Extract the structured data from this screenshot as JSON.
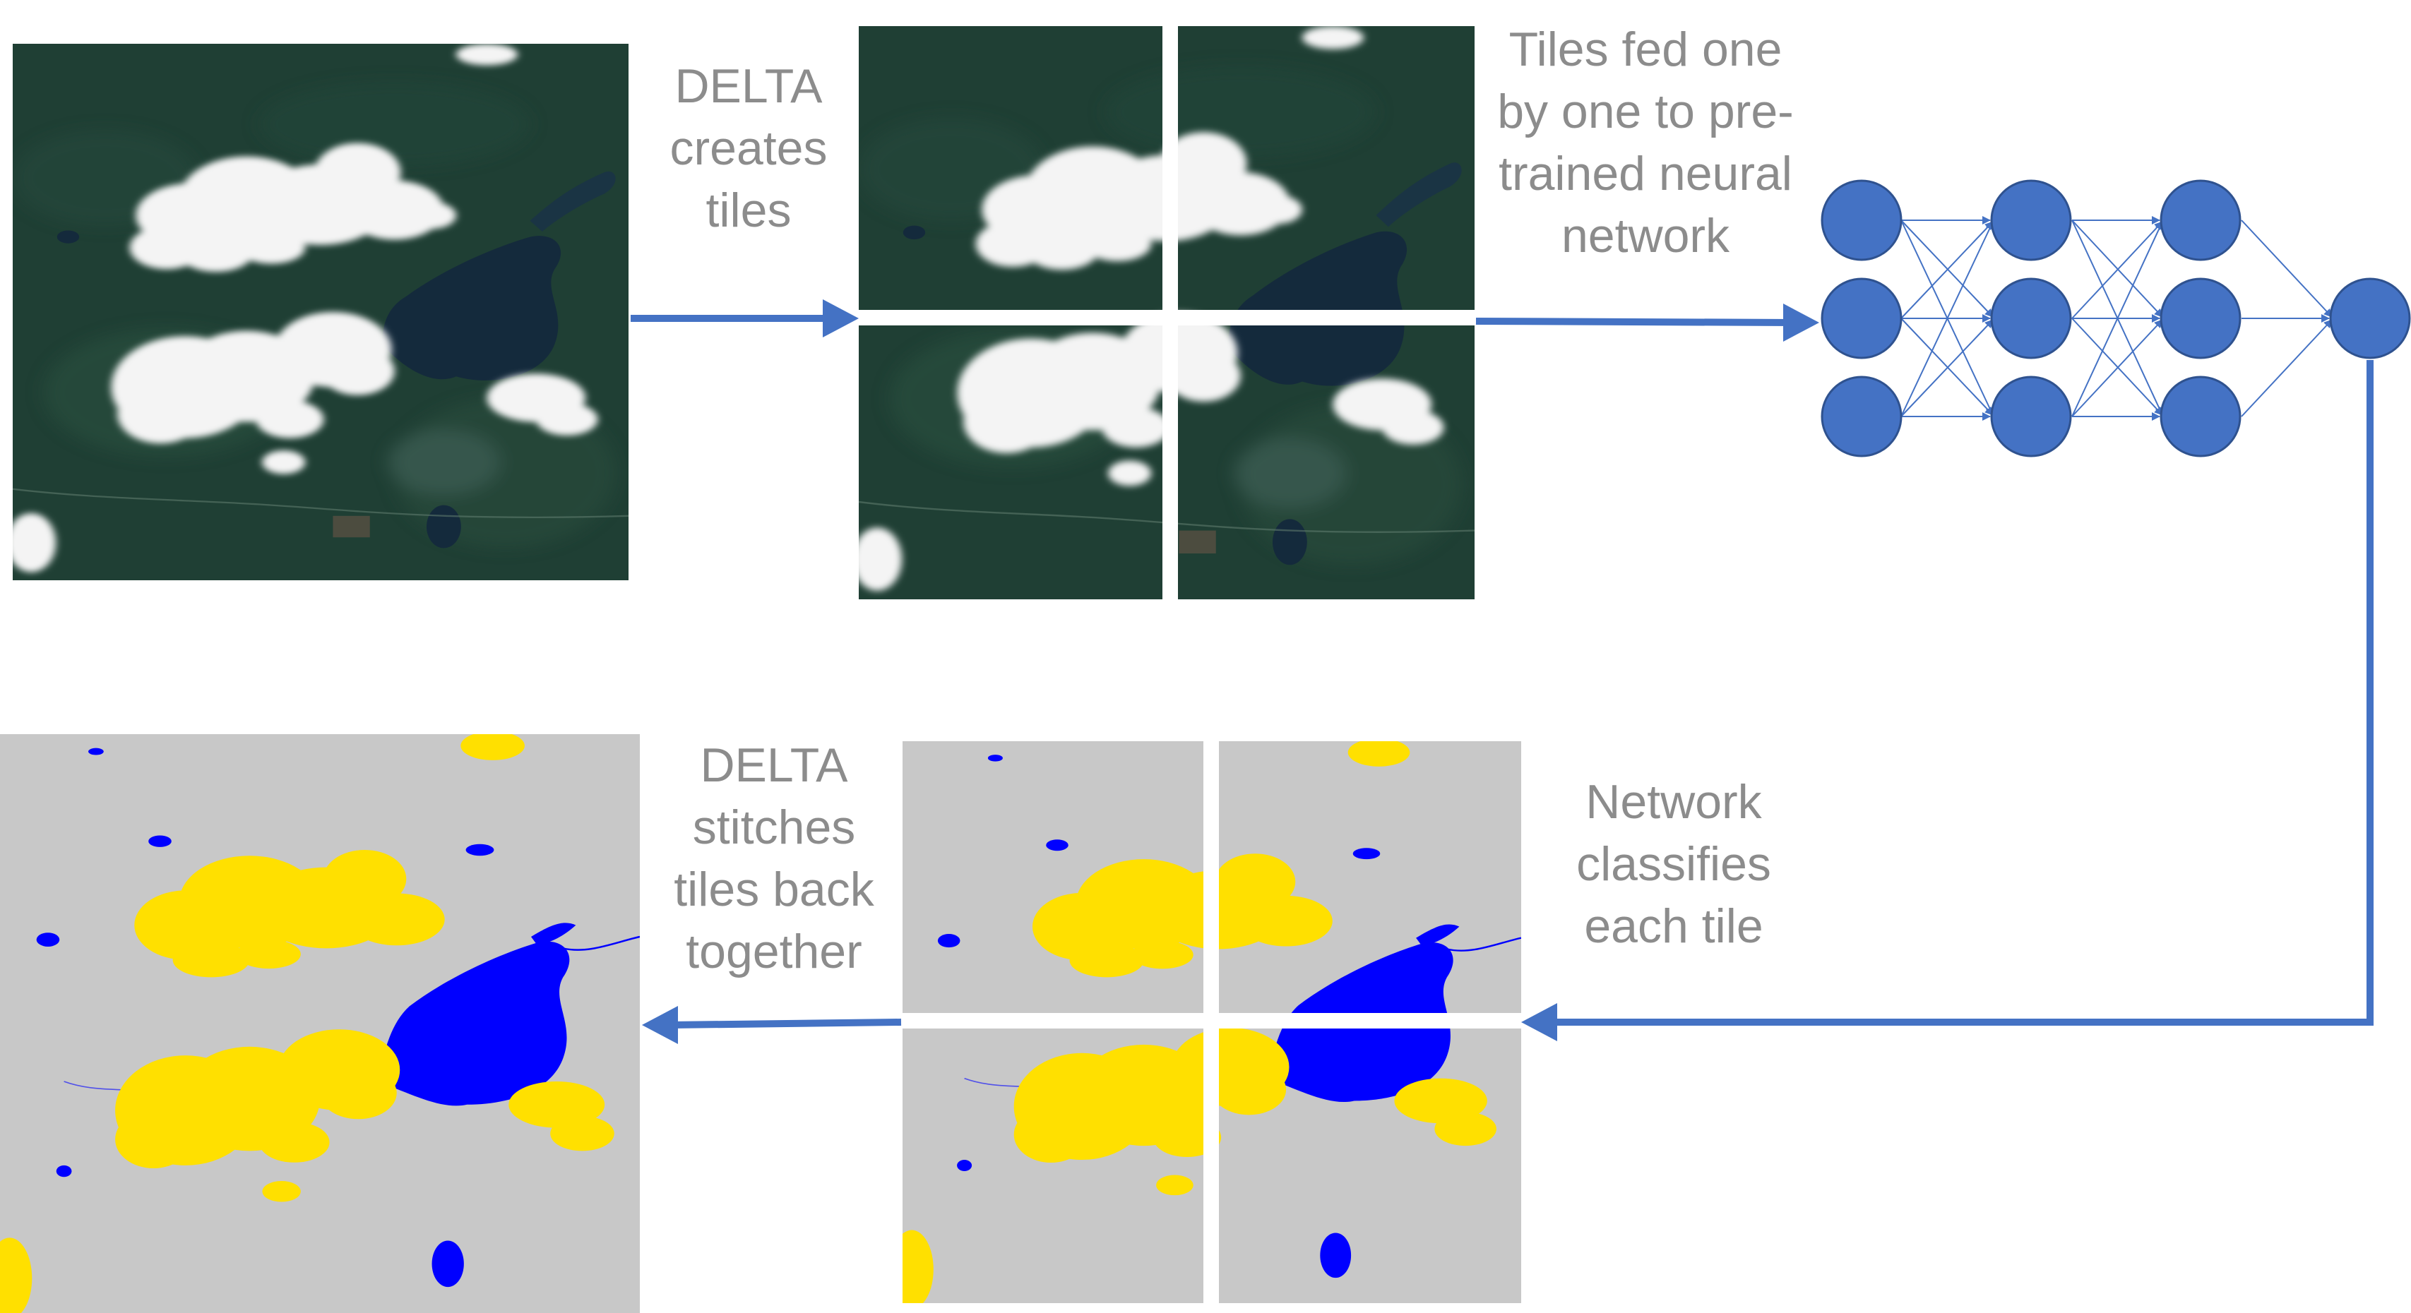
{
  "labels": {
    "create_tiles": "DELTA\ncreates\ntiles",
    "feed_network": "Tiles fed one\nby one to pre-\ntrained neural\nnetwork",
    "classify": "Network\nclassifies\neach tile",
    "stitch": "DELTA\nstitches\ntiles back\ntogether"
  },
  "colors": {
    "arrow": "#4472c4",
    "node_fill": "#4472c4",
    "node_stroke": "#2f528f",
    "label_text": "#8c8c8c",
    "satellite_forest": "#1f3f34",
    "lake": "#142a3c",
    "cloud": "#f4f4f4",
    "class_background": "#c8c8c8",
    "class_water": "#0000ff",
    "class_cloud": "#ffe000"
  },
  "icons": {
    "satellite_images": "satellite-scene",
    "classified_images": "classification-map",
    "network": "neural-network-diagram"
  }
}
